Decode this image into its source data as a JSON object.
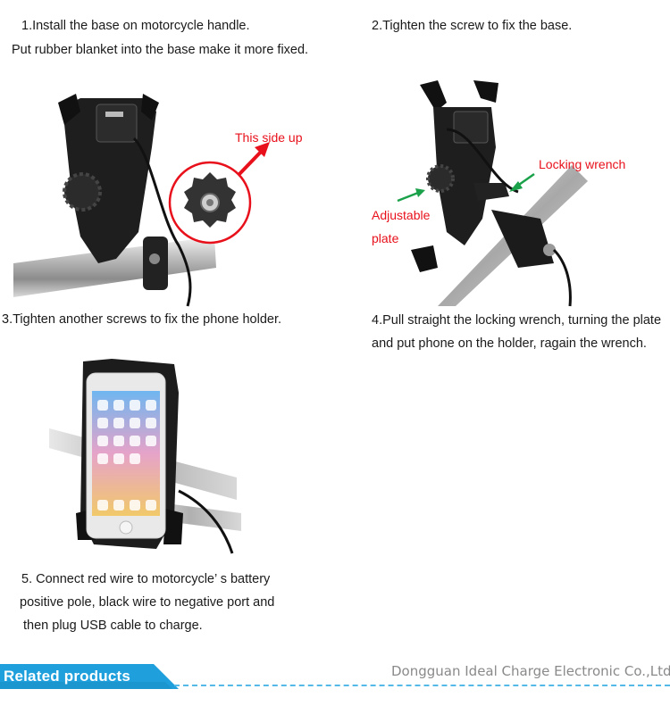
{
  "steps": {
    "step1": {
      "line1": "1.Install the base on motorcycle handle.",
      "line2": "Put rubber blanket into the base make it more fixed.",
      "callout": "This side up"
    },
    "step2": {
      "line1": "2.Tighten the screw to fix the base.",
      "label_locking": "Locking wrench",
      "label_adjustable": "Adjustable",
      "label_plate": "plate"
    },
    "step3": {
      "line1": "3.Tighten another screws to fix the phone holder."
    },
    "step4": {
      "line1": "4.Pull straight the locking wrench, turning the plate",
      "line2": "and put phone on the holder, ragain the wrench."
    },
    "step5": {
      "line1": "5. Connect red wire to motorcycle’ s battery",
      "line2": "positive pole, black wire to negative port and",
      "line3": "then plug USB cable to charge."
    }
  },
  "footer": {
    "section_title": "Related products",
    "company": "Dongguan Ideal Charge Electronic Co.,Ltd"
  },
  "colors": {
    "accent_red": "#e8101b",
    "arrow_green": "#1aa14a",
    "footer_blue": "#1fa0dc",
    "dash_blue": "#54b9e6"
  }
}
